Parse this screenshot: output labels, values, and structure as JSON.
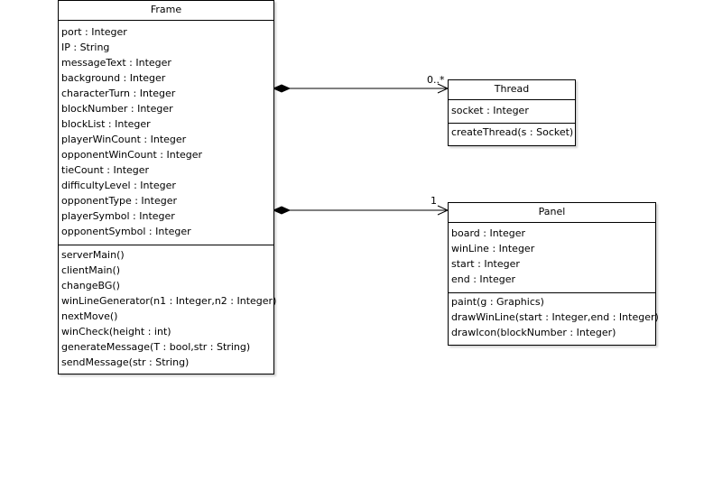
{
  "classes": {
    "frame": {
      "name": "Frame",
      "attributes": [
        "port : Integer",
        "IP : String",
        "messageText : Integer",
        "background : Integer",
        "characterTurn : Integer",
        "blockNumber : Integer",
        "blockList : Integer",
        "playerWinCount : Integer",
        "opponentWinCount : Integer",
        "tieCount : Integer",
        "difficultyLevel : Integer",
        "opponentType : Integer",
        "playerSymbol : Integer",
        "opponentSymbol : Integer"
      ],
      "operations": [
        "serverMain()",
        "clientMain()",
        "changeBG()",
        "winLineGenerator(n1 : Integer,n2 : Integer)",
        "nextMove()",
        "winCheck(height : int)",
        "generateMessage(T : bool,str : String)",
        "sendMessage(str : String)"
      ]
    },
    "thread": {
      "name": "Thread",
      "attributes": [
        "socket : Integer"
      ],
      "operations": [
        "createThread(s : Socket)"
      ]
    },
    "panel": {
      "name": "Panel",
      "attributes": [
        "board : Integer",
        "winLine : Integer",
        "start : Integer",
        "end : Integer"
      ],
      "operations": [
        "paint(g : Graphics)",
        "drawWinLine(start : Integer,end : Integer)",
        "drawIcon(blockNumber : Integer)"
      ]
    }
  },
  "associations": {
    "frame_thread": {
      "kind": "composition",
      "source_multiplicity": "",
      "target_multiplicity": "0..*"
    },
    "frame_panel": {
      "kind": "composition",
      "source_multiplicity": "",
      "target_multiplicity": "1"
    }
  }
}
